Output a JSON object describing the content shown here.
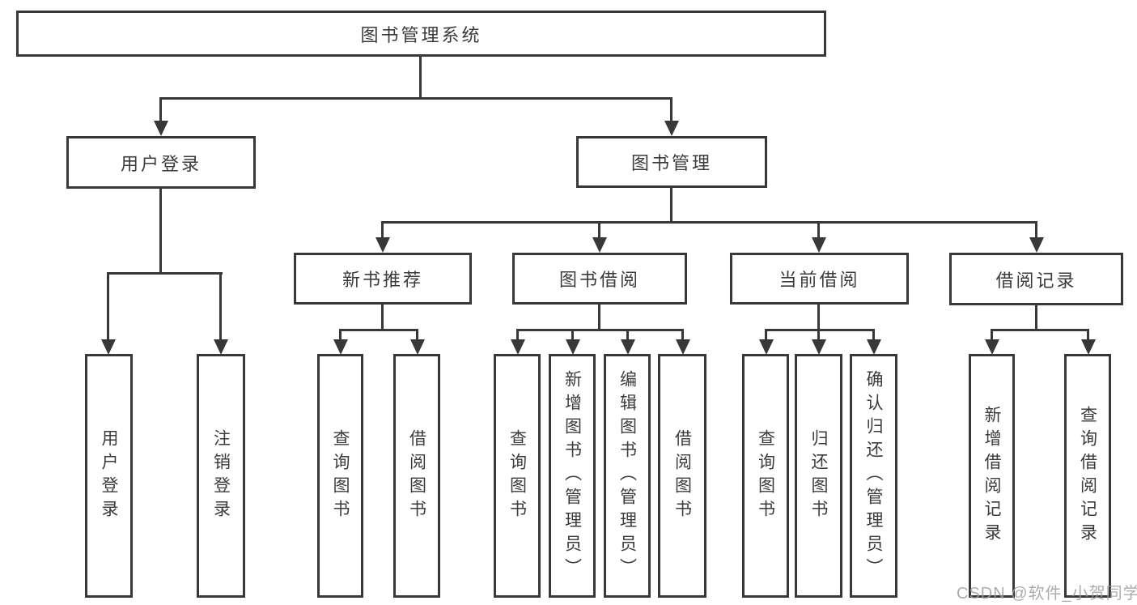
{
  "diagram": {
    "root": {
      "label": "图书管理系统"
    },
    "level1": [
      {
        "label": "用户登录"
      },
      {
        "label": "图书管理"
      }
    ],
    "level2": [
      {
        "label": "新书推荐"
      },
      {
        "label": "图书借阅"
      },
      {
        "label": "当前借阅"
      },
      {
        "label": "借阅记录"
      }
    ],
    "leaves": {
      "user_login": [
        {
          "label": "用户登录"
        },
        {
          "label": "注销登录"
        }
      ],
      "new_book": [
        {
          "label": "查询图书"
        },
        {
          "label": "借阅图书"
        }
      ],
      "book_borrow": [
        {
          "label": "查询图书"
        },
        {
          "label": "新增图书（管理员）"
        },
        {
          "label": "编辑图书（管理员）"
        },
        {
          "label": "借阅图书"
        }
      ],
      "current_borrow": [
        {
          "label": "查询图书"
        },
        {
          "label": "归还图书"
        },
        {
          "label": "确认归还（管理员）"
        }
      ],
      "borrow_record": [
        {
          "label": "新增借阅记录"
        },
        {
          "label": "查询借阅记录"
        }
      ]
    }
  },
  "watermark": {
    "text": "CSDN @软件_小贺同学"
  },
  "colors": {
    "line": "#383838",
    "text": "#3b3b3b",
    "watermark": "#9e9e9e",
    "background": "#ffffff"
  }
}
